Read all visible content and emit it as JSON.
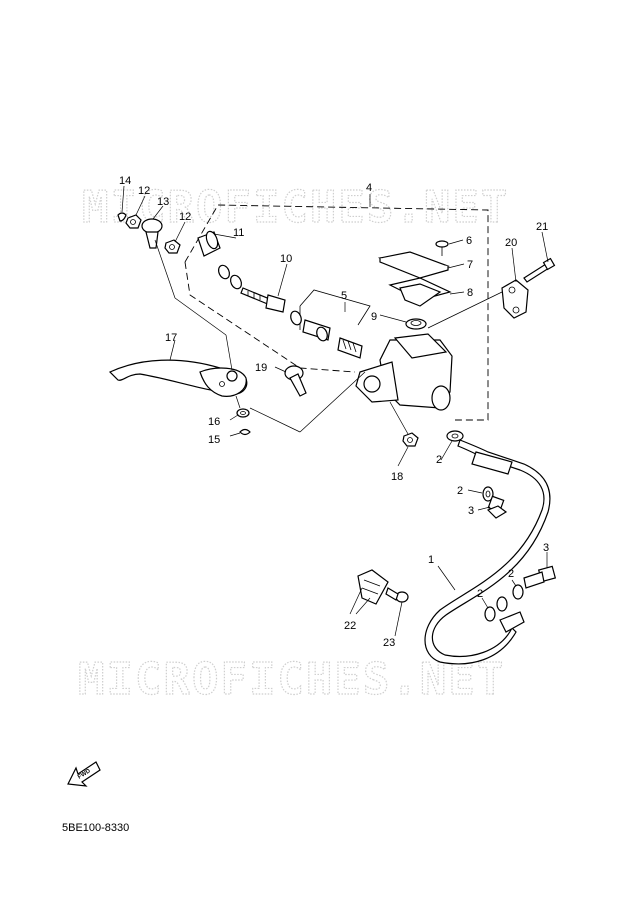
{
  "watermark": "MICROFICHES.NET",
  "diagram_code": "5BE100-8330",
  "fwd_label": "FWD",
  "callouts": {
    "c1": "1",
    "c2a": "2",
    "c2b": "2",
    "c2c": "2",
    "c2d": "2",
    "c3a": "3",
    "c3b": "3",
    "c4": "4",
    "c5": "5",
    "c6": "6",
    "c7": "7",
    "c8": "8",
    "c9": "9",
    "c10": "10",
    "c11": "11",
    "c12a": "12",
    "c12b": "12",
    "c13": "13",
    "c14": "14",
    "c15": "15",
    "c16": "16",
    "c17": "17",
    "c18": "18",
    "c19": "19",
    "c20": "20",
    "c21": "21",
    "c22": "22",
    "c23": "23"
  }
}
